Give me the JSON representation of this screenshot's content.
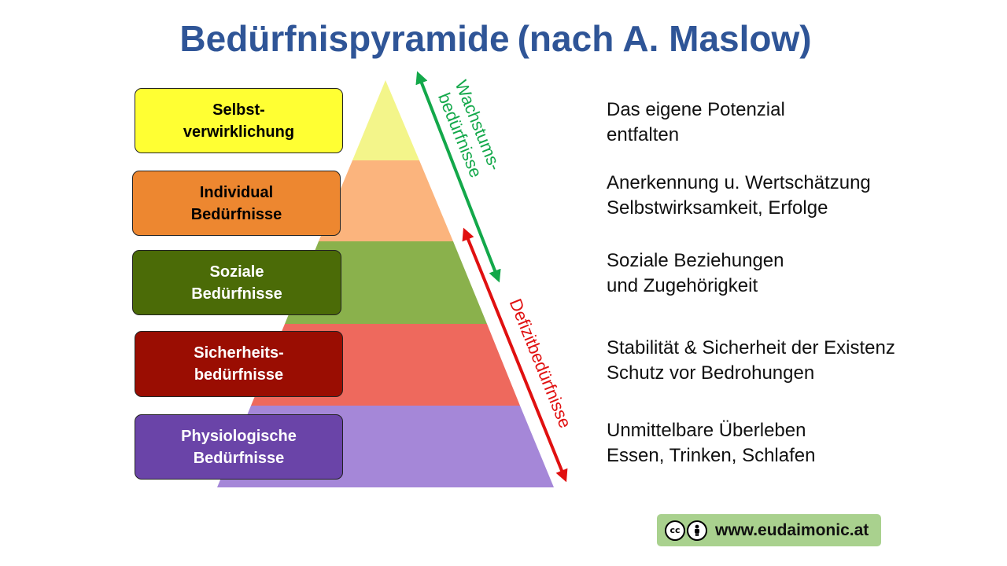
{
  "title": {
    "main": "Bedürfnispyramide",
    "sub": "(nach A. Maslow)"
  },
  "levels": [
    {
      "label_line1": "Selbst-",
      "label_line2": "verwirklichung",
      "description_line1": "Das eigene Potenzial",
      "description_line2": "entfalten",
      "box_color": "#ffff33",
      "box_text_color": "#000000",
      "layer_color": "#f3f58a"
    },
    {
      "label_line1": "Individual",
      "label_line2": "Bedürfnisse",
      "description_line1": "Anerkennung u. Wertschätzung",
      "description_line2": "Selbstwirksamkeit, Erfolge",
      "box_color": "#ed8730",
      "box_text_color": "#000000",
      "layer_color": "#fbb47d"
    },
    {
      "label_line1": "Soziale",
      "label_line2": "Bedürfnisse",
      "description_line1": "Soziale Beziehungen",
      "description_line2": "und Zugehörigkeit",
      "box_color": "#4b6b07",
      "box_text_color": "#ffffff",
      "layer_color": "#8ab14c"
    },
    {
      "label_line1": "Sicherheits-",
      "label_line2": "bedürfnisse",
      "description_line1": "Stabilität & Sicherheit der Existenz",
      "description_line2": "Schutz vor Bedrohungen",
      "box_color": "#9a0d02",
      "box_text_color": "#ffffff",
      "layer_color": "#ee695d"
    },
    {
      "label_line1": "Physiologische",
      "label_line2": "Bedürfnisse",
      "description_line1": "Unmittelbare Überleben",
      "description_line2": "Essen, Trinken, Schlafen",
      "box_color": "#6a44a8",
      "box_text_color": "#ffffff",
      "layer_color": "#a587d8"
    }
  ],
  "arrows": {
    "growth_line1": "Wachstums-",
    "growth_line2": "bedürfnisse",
    "growth_color": "#13a84a",
    "deficit_label": "Defizitbedürfnisse",
    "deficit_color": "#e01010"
  },
  "footer": {
    "cc_icon": "cc-icon",
    "by_icon": "by-person-icon",
    "url": "www.eudaimonic.at",
    "background": "#a9d18e"
  },
  "colors": {
    "title": "#2f5597"
  }
}
